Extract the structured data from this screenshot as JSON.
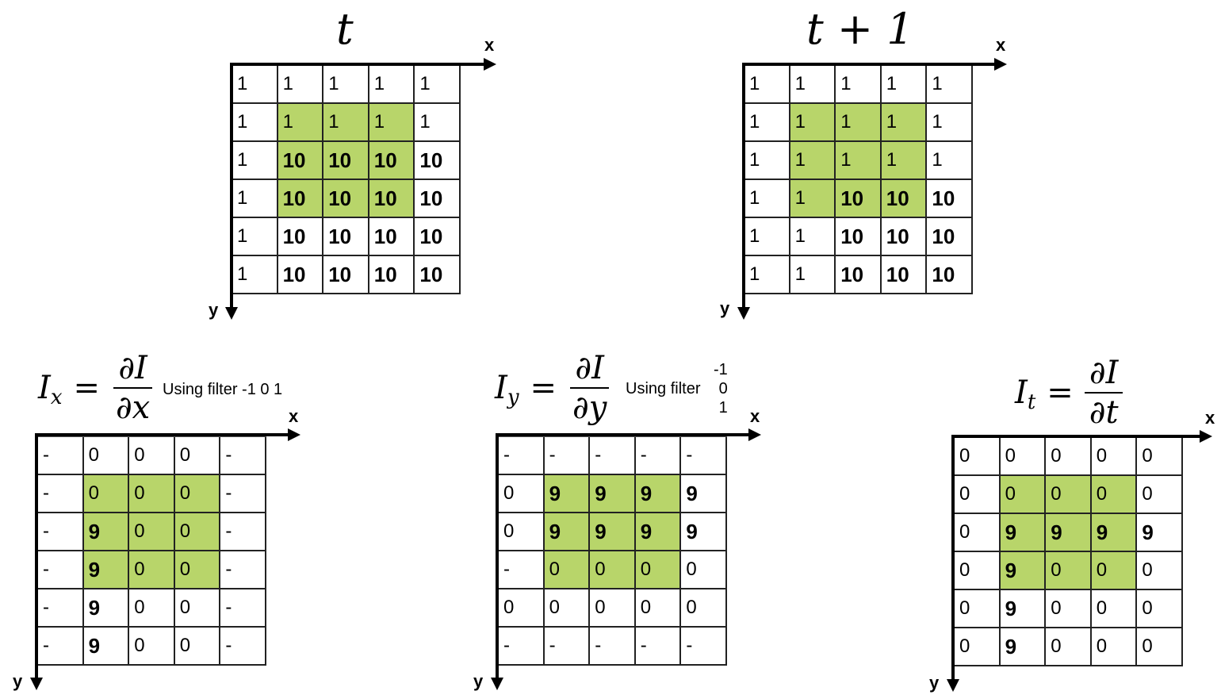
{
  "colors": {
    "highlight": "#b8d56a"
  },
  "axis_labels": {
    "x": "x",
    "y": "y"
  },
  "panels": [
    {
      "id": "frame-t",
      "title": "t",
      "rows": [
        [
          "1",
          "1",
          "1",
          "1",
          "1"
        ],
        [
          "1",
          "1",
          "1",
          "1",
          "1"
        ],
        [
          "1",
          "10",
          "10",
          "10",
          "10"
        ],
        [
          "1",
          "10",
          "10",
          "10",
          "10"
        ],
        [
          "1",
          "10",
          "10",
          "10",
          "10"
        ],
        [
          "1",
          "10",
          "10",
          "10",
          "10"
        ]
      ],
      "highlight": [
        [
          1,
          1
        ],
        [
          1,
          2
        ],
        [
          1,
          3
        ],
        [
          2,
          1
        ],
        [
          2,
          2
        ],
        [
          2,
          3
        ],
        [
          3,
          1
        ],
        [
          3,
          2
        ],
        [
          3,
          3
        ]
      ]
    },
    {
      "id": "frame-t-plus-1",
      "title": "t + 1",
      "rows": [
        [
          "1",
          "1",
          "1",
          "1",
          "1"
        ],
        [
          "1",
          "1",
          "1",
          "1",
          "1"
        ],
        [
          "1",
          "1",
          "1",
          "1",
          "1"
        ],
        [
          "1",
          "1",
          "10",
          "10",
          "10"
        ],
        [
          "1",
          "1",
          "10",
          "10",
          "10"
        ],
        [
          "1",
          "1",
          "10",
          "10",
          "10"
        ]
      ],
      "highlight": [
        [
          1,
          1
        ],
        [
          1,
          2
        ],
        [
          1,
          3
        ],
        [
          2,
          1
        ],
        [
          2,
          2
        ],
        [
          2,
          3
        ],
        [
          3,
          1
        ],
        [
          3,
          2
        ],
        [
          3,
          3
        ]
      ]
    },
    {
      "id": "ix",
      "formula": {
        "lhs": "I",
        "sub": "x",
        "num": "∂I",
        "den": "∂x"
      },
      "note": "Using filter -1 0 1",
      "rows": [
        [
          "-",
          "0",
          "0",
          "0",
          "-"
        ],
        [
          "-",
          "0",
          "0",
          "0",
          "-"
        ],
        [
          "-",
          "9",
          "0",
          "0",
          "-"
        ],
        [
          "-",
          "9",
          "0",
          "0",
          "-"
        ],
        [
          "-",
          "9",
          "0",
          "0",
          "-"
        ],
        [
          "-",
          "9",
          "0",
          "0",
          "-"
        ]
      ],
      "highlight": [
        [
          1,
          1
        ],
        [
          1,
          2
        ],
        [
          1,
          3
        ],
        [
          2,
          1
        ],
        [
          2,
          2
        ],
        [
          2,
          3
        ],
        [
          3,
          1
        ],
        [
          3,
          2
        ],
        [
          3,
          3
        ]
      ]
    },
    {
      "id": "iy",
      "formula": {
        "lhs": "I",
        "sub": "y",
        "num": "∂I",
        "den": "∂y"
      },
      "note": "Using filter",
      "filter": [
        "-1",
        "0",
        "1"
      ],
      "rows": [
        [
          "-",
          "-",
          "-",
          "-",
          "-"
        ],
        [
          "0",
          "9",
          "9",
          "9",
          "9"
        ],
        [
          "0",
          "9",
          "9",
          "9",
          "9"
        ],
        [
          "-",
          "0",
          "0",
          "0",
          "0"
        ],
        [
          "0",
          "0",
          "0",
          "0",
          "0"
        ],
        [
          "-",
          "-",
          "-",
          "-",
          "-"
        ]
      ],
      "highlight": [
        [
          1,
          1
        ],
        [
          1,
          2
        ],
        [
          1,
          3
        ],
        [
          2,
          1
        ],
        [
          2,
          2
        ],
        [
          2,
          3
        ],
        [
          3,
          1
        ],
        [
          3,
          2
        ],
        [
          3,
          3
        ]
      ]
    },
    {
      "id": "it",
      "formula": {
        "lhs": "I",
        "sub": "t",
        "num": "∂I",
        "den": "∂t"
      },
      "rows": [
        [
          "0",
          "0",
          "0",
          "0",
          "0"
        ],
        [
          "0",
          "0",
          "0",
          "0",
          "0"
        ],
        [
          "0",
          "9",
          "9",
          "9",
          "9"
        ],
        [
          "0",
          "9",
          "0",
          "0",
          "0"
        ],
        [
          "0",
          "9",
          "0",
          "0",
          "0"
        ],
        [
          "0",
          "9",
          "0",
          "0",
          "0"
        ]
      ],
      "highlight": [
        [
          1,
          1
        ],
        [
          1,
          2
        ],
        [
          1,
          3
        ],
        [
          2,
          1
        ],
        [
          2,
          2
        ],
        [
          2,
          3
        ],
        [
          3,
          1
        ],
        [
          3,
          2
        ],
        [
          3,
          3
        ]
      ]
    }
  ]
}
